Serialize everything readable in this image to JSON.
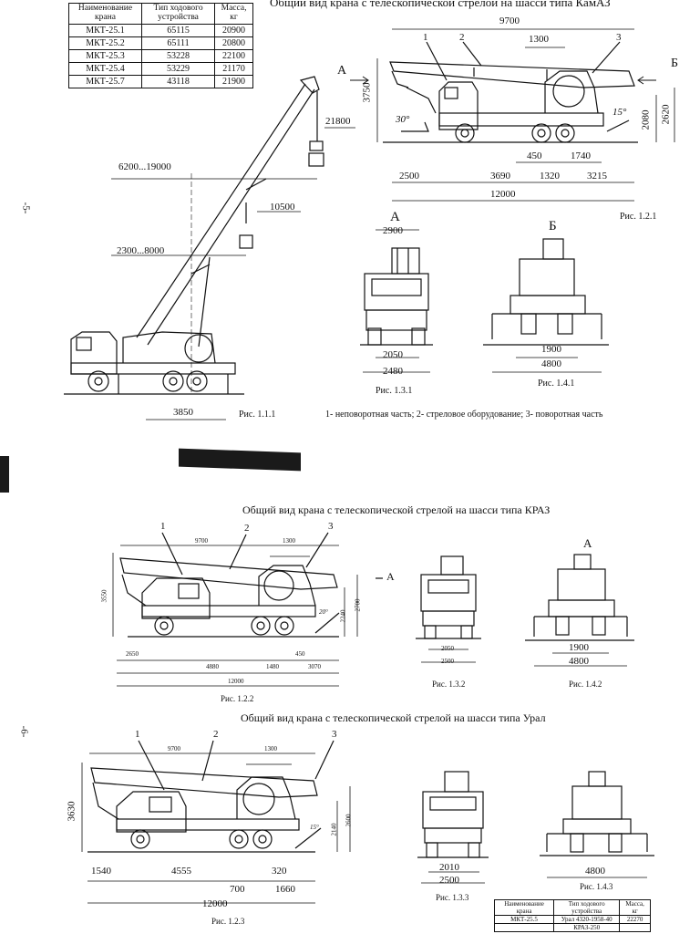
{
  "page_top": {
    "title": "Общий вид крана с телескопической стрелой на шасси типа КамАЗ",
    "page_number": "-5-",
    "table": {
      "headers": [
        "Наименование крана",
        "Тип ходового устройства",
        "Масса, кг"
      ],
      "rows": [
        [
          "МКТ-25.1",
          "65115",
          "20900"
        ],
        [
          "МКТ-25.2",
          "65111",
          "20800"
        ],
        [
          "МКТ-25.3",
          "53228",
          "22100"
        ],
        [
          "МКТ-25.4",
          "53229",
          "21170"
        ],
        [
          "МКТ-25.7",
          "43118",
          "21900"
        ]
      ]
    },
    "fig_1_1_1": {
      "caption": "Рис. 1.1.1",
      "dims": [
        "6200...19000",
        "21800",
        "10500",
        "2300...8000",
        "3850"
      ]
    },
    "fig_1_2_1": {
      "caption": "Рис. 1.2.1",
      "dims": [
        "9700",
        "1300",
        "3750",
        "2080",
        "2620",
        "450",
        "1740",
        "2500",
        "3690",
        "1320",
        "3215",
        "12000"
      ],
      "angles": [
        "30°",
        "15°"
      ],
      "callouts": [
        "1",
        "2",
        "3"
      ],
      "view_a": "А",
      "view_b": "Б"
    },
    "fig_1_3_1": {
      "caption": "Рис. 1.3.1",
      "label": "А",
      "dims": [
        "2900",
        "2050",
        "2480"
      ]
    },
    "fig_1_4_1": {
      "caption": "Рис. 1.4.1",
      "label": "Б",
      "dims": [
        "1900",
        "4800"
      ]
    },
    "legend": "1- неповоротная часть; 2- стреловое оборудование; 3- поворотная часть"
  },
  "page_mid": {
    "title": "Общий вид крана с телескопической стрелой на шасси типа КРАЗ",
    "page_number": "-6-",
    "fig_1_2_2": {
      "caption": "Рис. 1.2.2",
      "dims": [
        "9700",
        "1300",
        "3550",
        "2240",
        "2700",
        "2650",
        "4880",
        "1480",
        "450",
        "3070",
        "12000"
      ],
      "angles": [
        "20°"
      ],
      "callouts": [
        "1",
        "2",
        "3"
      ],
      "view_a": "А"
    },
    "fig_1_3_2": {
      "caption": "Рис. 1.3.2",
      "dims": [
        "2050",
        "2500"
      ]
    },
    "fig_1_4_2": {
      "caption": "Рис. 1.4.2",
      "label": "А",
      "dims": [
        "1900",
        "4800"
      ]
    }
  },
  "page_bottom": {
    "title": "Общий вид крана с телескопической стрелой на шасси типа Урал",
    "fig_1_2_3": {
      "caption": "Рис. 1.2.3",
      "dims": [
        "9700",
        "1300",
        "3630",
        "2140",
        "2600",
        "1540",
        "4555",
        "320",
        "700",
        "1660",
        "12000"
      ],
      "angles": [
        "15°"
      ],
      "callouts": [
        "1",
        "2",
        "3"
      ]
    },
    "fig_1_3_3": {
      "caption": "Рис. 1.3.3",
      "dims": [
        "2010",
        "2500"
      ]
    },
    "fig_1_4_3": {
      "caption": "Рис. 1.4.3",
      "dims": [
        "4800"
      ]
    },
    "table": {
      "headers": [
        "Наименование крана",
        "Тип ходового устройства",
        "Масса, кг"
      ],
      "rows": [
        [
          "МКТ-25.5",
          "Урал 4320-1958-40",
          "22270"
        ],
        [
          "",
          "КРАЗ-250",
          ""
        ]
      ]
    }
  }
}
